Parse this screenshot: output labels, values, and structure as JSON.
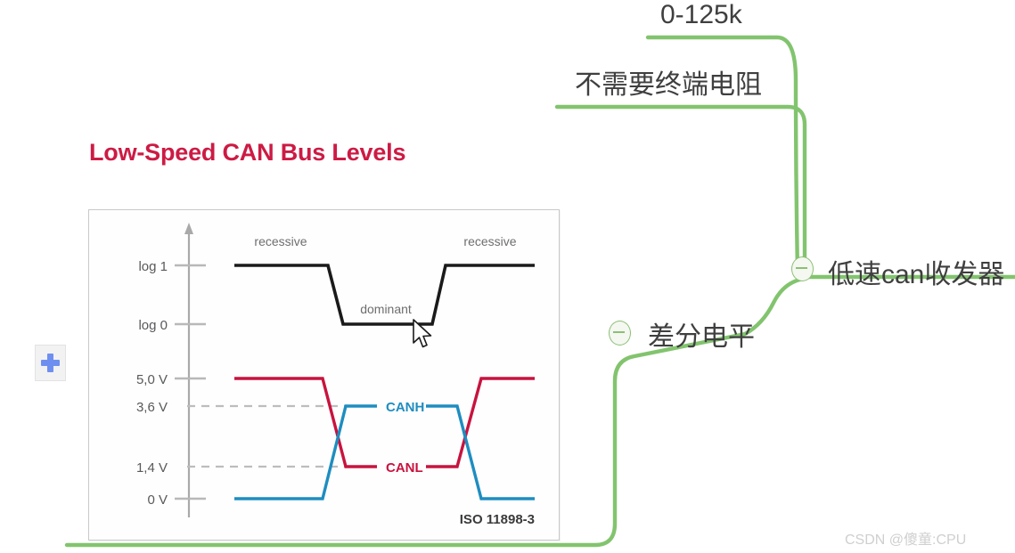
{
  "slide": {
    "title": "Low-Speed CAN Bus Levels",
    "standard": "ISO 11898-3",
    "colors": {
      "title": "#CC1B44",
      "canh": "#1E8DC0",
      "canl": "#C8133E",
      "logic": "#1a1a1a",
      "axis": "#a9a9a9",
      "panel_border": "#c9c9c9",
      "branch_green": "#82C46E",
      "plus_blue": "#6f8ff0"
    }
  },
  "chart_data": {
    "type": "line",
    "title": "Low-Speed CAN Bus Levels",
    "subtitle": "ISO 11898-3",
    "xlabel": "",
    "ylabel": "",
    "grid": false,
    "legend_position": "inline-right",
    "axis_ticks": [
      {
        "label": "log 1",
        "kind": "solid"
      },
      {
        "label": "log 0",
        "kind": "solid"
      },
      {
        "label": "5,0 V",
        "kind": "solid"
      },
      {
        "label": "3,6 V",
        "kind": "dashed"
      },
      {
        "label": "1,4 V",
        "kind": "dashed"
      },
      {
        "label": "0 V",
        "kind": "solid"
      }
    ],
    "annotations": [
      "recessive",
      "dominant",
      "recessive"
    ],
    "series": [
      {
        "name": "logic",
        "label": "",
        "color": "#1a1a1a",
        "levels": [
          "log 1",
          "log 0",
          "log 1"
        ],
        "values": [
          1,
          1,
          0,
          0,
          1,
          1
        ]
      },
      {
        "name": "CANH",
        "label": "CANH",
        "color": "#1E8DC0",
        "unit": "V",
        "levels": [
          "0 V",
          "3,6 V",
          "0 V"
        ],
        "values": [
          0.0,
          0.0,
          3.6,
          3.6,
          0.0,
          0.0
        ]
      },
      {
        "name": "CANL",
        "label": "CANL",
        "color": "#C8133E",
        "unit": "V",
        "levels": [
          "5,0 V",
          "1,4 V",
          "5,0 V"
        ],
        "values": [
          5.0,
          5.0,
          1.4,
          1.4,
          5.0,
          5.0
        ]
      }
    ]
  },
  "mindmap": {
    "nodes": [
      {
        "id": "rate",
        "label": "0-125k"
      },
      {
        "id": "noterm",
        "label": "不需要终端电阻"
      },
      {
        "id": "lowspeed",
        "label": "低速can收发器"
      },
      {
        "id": "diff",
        "label": "差分电平"
      }
    ],
    "toggles": [
      {
        "id": "toggle-lowspeed",
        "icon": "minus-circle-icon",
        "state": "expanded"
      },
      {
        "id": "toggle-diff",
        "icon": "minus-circle-icon",
        "state": "expanded"
      }
    ]
  },
  "toolbar": {
    "plus_icon": "plus-icon"
  },
  "watermark": {
    "text": "CSDN @傻童:CPU"
  }
}
